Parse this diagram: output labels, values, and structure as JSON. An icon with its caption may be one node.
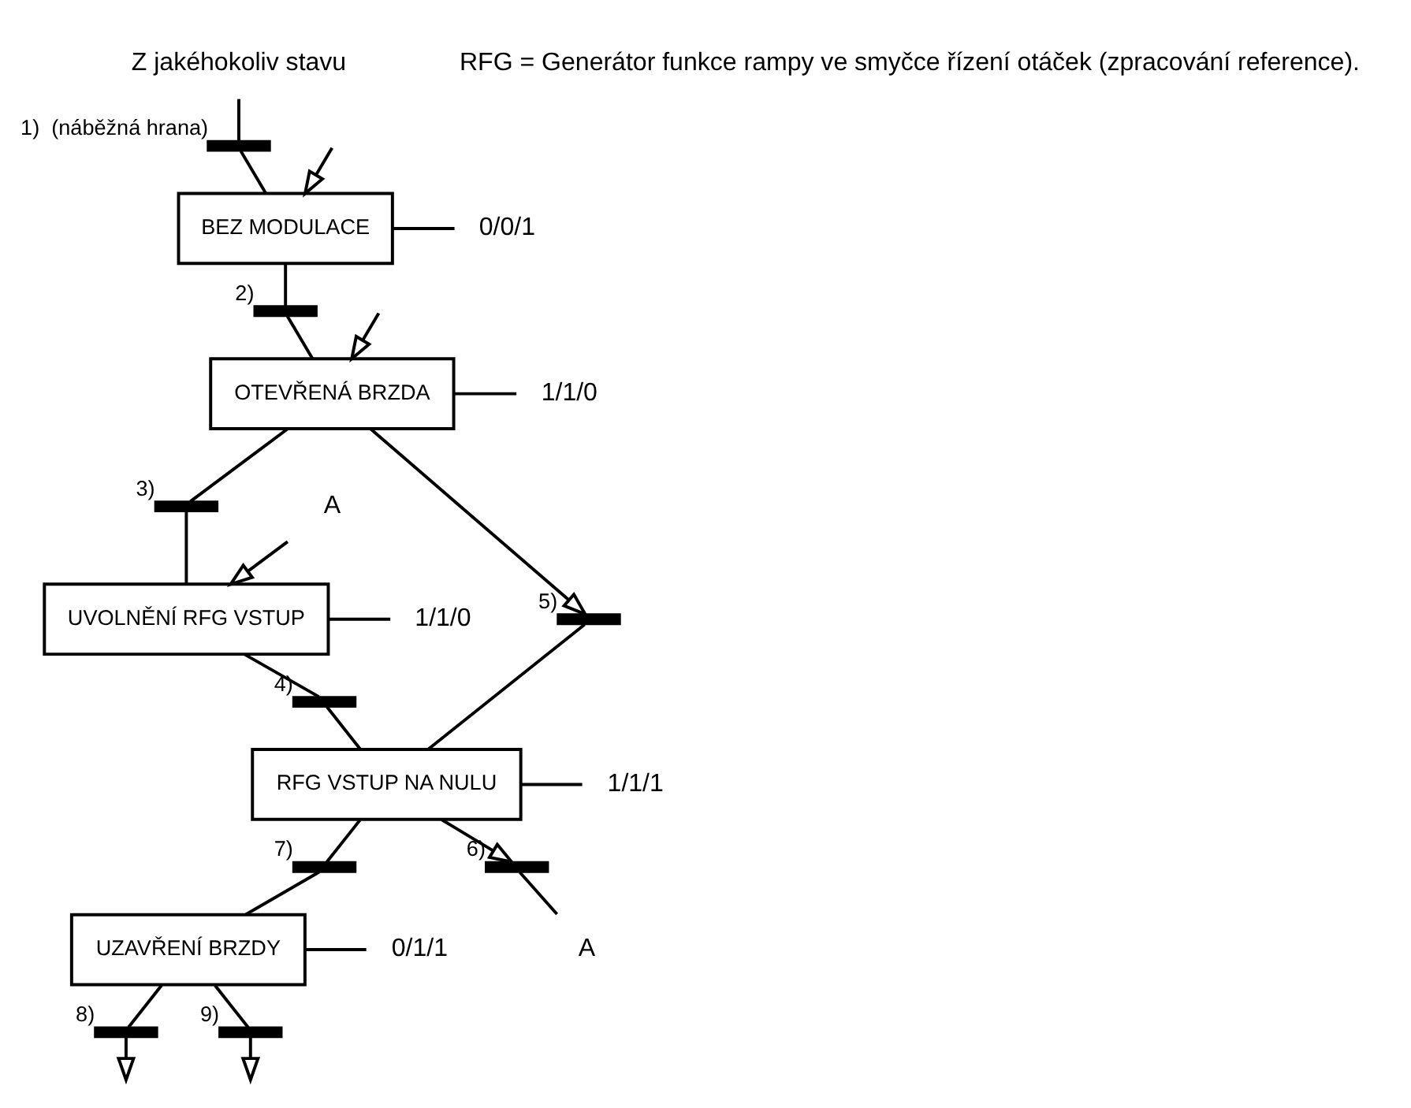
{
  "diagram": {
    "nodes": [
      {
        "text": [
          "Z jakéhokoliv stavu"
        ]
      },
      {
        "text": [],
        "shape": "bar",
        "beside": [
          "1)",
          "(náběžná hrana)"
        ]
      },
      {
        "text": [
          "BEZ MODULACE"
        ]
      },
      {
        "text": [
          "0/0/1"
        ]
      },
      {
        "text": [],
        "shape": "bar",
        "beside": [
          "2)"
        ]
      },
      {
        "text": [
          "OTEVŘENÁ BRZDA"
        ]
      },
      {
        "text": [
          "1/1/0"
        ]
      },
      {
        "text": [],
        "shape": "bar",
        "beside": [
          "3)"
        ]
      },
      {
        "text": [],
        "shape": "bar",
        "beside": [
          "5)"
        ]
      },
      {
        "text": [
          "A"
        ]
      },
      {
        "text": [
          "UVOLNĚNÍ RFG VSTUP"
        ]
      },
      {
        "text": [
          "1/1/0"
        ]
      },
      {
        "text": [],
        "shape": "bar",
        "beside": [
          "4)"
        ]
      },
      {
        "text": [
          "RFG VSTUP NA NULU"
        ]
      },
      {
        "text": [
          "1/1/1"
        ]
      },
      {
        "text": [],
        "shape": "bar",
        "beside": [
          "7)"
        ]
      },
      {
        "text": [],
        "shape": "bar",
        "beside": [
          "6)"
        ]
      },
      {
        "text": [
          "A"
        ]
      },
      {
        "text": [
          "UZAVŘENÍ BRZDY"
        ]
      },
      {
        "text": [
          "0/1/1"
        ]
      },
      {
        "text": [],
        "shape": "bar",
        "beside": [
          "8)"
        ]
      },
      {
        "text": [],
        "shape": "bar",
        "beside": [
          "9)"
        ]
      }
    ],
    "edges": [
      {
        "from": 0,
        "to": 1,
        "arrow": "none"
      },
      {
        "from": 1,
        "to": 2,
        "arrow": "none"
      },
      {
        "from": 2,
        "to": 3,
        "arrow": "none"
      },
      {
        "from": 2,
        "to": 4,
        "arrow": "none"
      },
      {
        "from": 4,
        "to": 5,
        "arrow": "none"
      },
      {
        "from": 5,
        "to": 6,
        "arrow": "none"
      },
      {
        "from": 5,
        "to": 7,
        "arrow": "none"
      },
      {
        "from": 5,
        "to": 8,
        "arrow": "to"
      },
      {
        "from": 7,
        "to": 10,
        "arrow": "none"
      },
      {
        "from": 9,
        "to": 10,
        "arrow": "to"
      },
      {
        "from": 10,
        "to": 11,
        "arrow": "none"
      },
      {
        "from": 10,
        "to": 12,
        "arrow": "none"
      },
      {
        "from": 12,
        "to": 13,
        "arrow": "none"
      },
      {
        "from": 8,
        "to": 13,
        "arrow": "none"
      },
      {
        "from": 13,
        "to": 14,
        "arrow": "none"
      },
      {
        "from": 13,
        "to": 15,
        "arrow": "none"
      },
      {
        "from": 13,
        "to": 16,
        "arrow": "to"
      },
      {
        "from": 16,
        "to": 17,
        "arrow": "none"
      },
      {
        "from": 15,
        "to": 18,
        "arrow": "none"
      },
      {
        "from": 18,
        "to": 19,
        "arrow": "none"
      },
      {
        "from": 18,
        "to": 20,
        "arrow": "none"
      },
      {
        "from": 18,
        "to": 21,
        "arrow": "none"
      },
      {
        "from": 20,
        "to": null,
        "arrow": "to"
      },
      {
        "from": 21,
        "to": null,
        "arrow": "to"
      },
      {
        "from": null,
        "to": 5,
        "arrow": "to"
      },
      {
        "from": null,
        "to": 2,
        "arrow": "to"
      }
    ],
    "labels": [
      "RFG = Generátor funkce rampy ve smyčce řízení otáček (zpracování reference)."
    ]
  }
}
